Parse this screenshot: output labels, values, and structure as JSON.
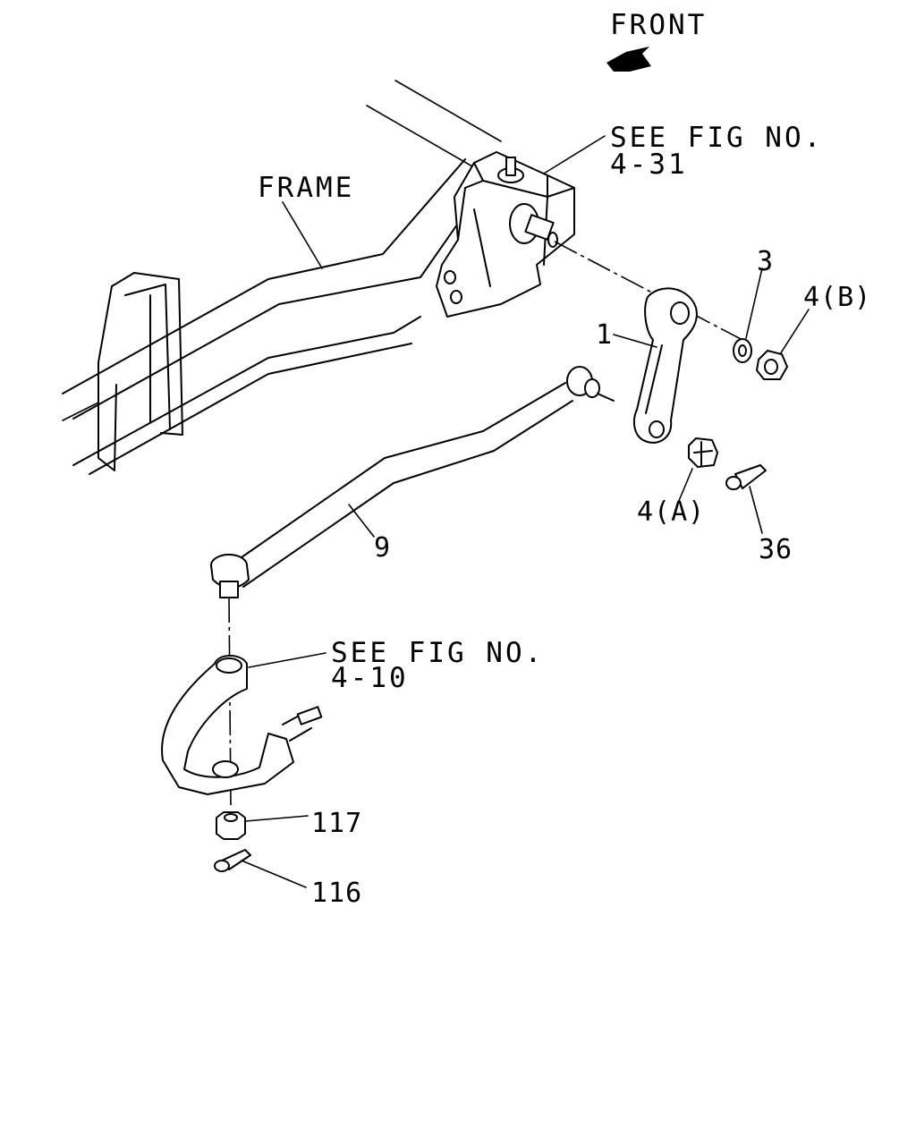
{
  "front": {
    "label": "FRONT"
  },
  "frame": {
    "label": "FRAME"
  },
  "refs": {
    "upper": {
      "line1": "SEE FIG NO.",
      "line2": "4-31"
    },
    "lower": {
      "line1": "SEE FIG NO.",
      "line2": "4-10"
    }
  },
  "callouts": {
    "p1": "1",
    "p3": "3",
    "p4b": "4(B)",
    "p4a": "4(A)",
    "p9": "9",
    "p36": "36",
    "p117": "117",
    "p116": "116"
  },
  "colors": {
    "ink": "#000000",
    "paper": "#ffffff"
  }
}
